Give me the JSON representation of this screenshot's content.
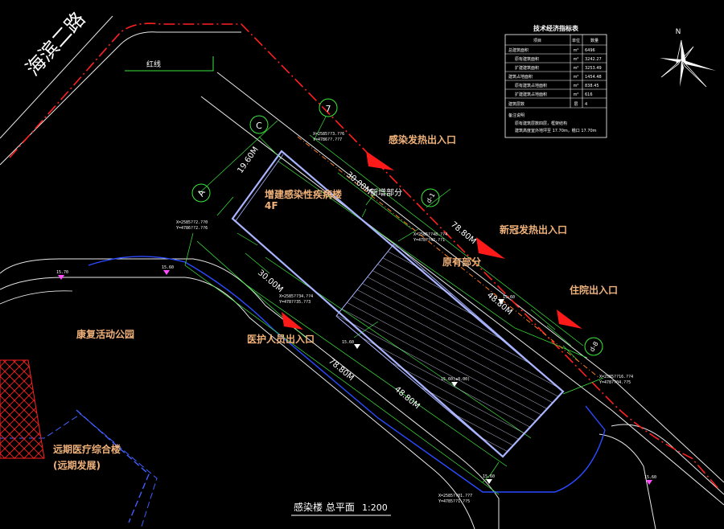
{
  "road_name": "海滨二路",
  "redline_label": "红线",
  "building": {
    "name": "增建感染性疾病楼",
    "floors": "4F",
    "new_part_label": "新增部分",
    "old_part_label": "原有部分"
  },
  "entrances": {
    "infectious": "感染发热出入口",
    "covid": "新冠发热出入口",
    "inpatient": "住院出入口",
    "staff": "医护人员出入口"
  },
  "park_label": "康复活动公园",
  "future_building": {
    "name": "远期医疗综合楼",
    "note": "(远期发展)"
  },
  "axes": {
    "c": "C",
    "seven": "7",
    "a": "A",
    "d1": "d-1",
    "d8": "d-8"
  },
  "dimensions": {
    "short_side": "19.60M",
    "top_30": "30.00M",
    "right_78": "78.80M",
    "right_48": "48.80M",
    "left_30": "30.00M",
    "left_78": "78.80M",
    "left_48": "48.80M"
  },
  "coordinates": {
    "top": [
      "X=2585??3.??6",
      "Y=4786??.??7"
    ],
    "left": [
      "X=2585??2.??0",
      "Y=4786??2.??6"
    ],
    "mid": [
      "X=2585??48.??4",
      "Y=478??42.??1"
    ],
    "center": [
      "X=2585??34.??4",
      "Y=478??35.??3"
    ],
    "right": [
      "X=2585??16.??4",
      "Y=478??04.??5"
    ],
    "bottom": [
      "X=2585??01.??7",
      "Y=4785??1.??5"
    ]
  },
  "elevations": {
    "e1": "15.70",
    "e2": "15.60",
    "e3": "15.60",
    "e4": "15.60",
    "main": "15.60(±0.00)",
    "e5": "15.60",
    "e6": "15.60"
  },
  "tech_table": {
    "title": "技术经济指标表",
    "headers": [
      "项目",
      "单位",
      "数量"
    ],
    "rows": [
      [
        "总建筑面积",
        "m²",
        "6496"
      ],
      [
        "原有建筑面积",
        "m²",
        "3242.27"
      ],
      [
        "扩建建筑面积",
        "m²",
        "3253.49"
      ],
      [
        "建筑占地面积",
        "m²",
        "1454.48"
      ],
      [
        "原有建筑占地面积",
        "m²",
        "838.45"
      ],
      [
        "扩建建筑占地面积",
        "m²",
        "616"
      ],
      [
        "建筑层数",
        "层",
        "4"
      ]
    ],
    "notes_title": "备注说明",
    "note_lines": [
      "原有建筑层数四层，框架结构",
      "建筑高度室外地坪至 17.70m，檐口 17.70m"
    ]
  },
  "north": "N",
  "plan_title": "感染楼 总平面",
  "scale": "1:200"
}
